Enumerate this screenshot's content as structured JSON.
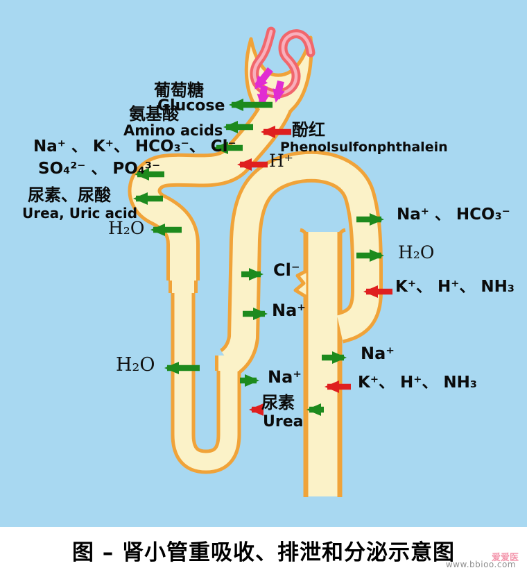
{
  "figure": {
    "title": "图 – 肾小管重吸收、排泄和分泌示意图",
    "watermark": "www.bbioo.com",
    "watermark_overlay": "爱爱医"
  },
  "labels": {
    "glucose_zh": "葡萄糖",
    "glucose_en": "Glucose",
    "amino_zh": "氨基酸",
    "amino_en": "Amino acids",
    "ions_row": "Na⁺ 、 K⁺、 HCO₃⁻、 Cl⁻",
    "sulfate_phosphate": "SO₄²⁻ 、 PO₄³⁻",
    "urea_uric_zh": "尿素、尿酸",
    "urea_uric_en": "Urea,  Uric acid",
    "h2o": "H₂O",
    "phenol_zh": "酚红",
    "phenol_en": "Phenolsulfonphthalein",
    "h_plus": "H⁺",
    "cl": "Cl⁻",
    "na": "Na⁺",
    "na_hco3": "Na⁺ 、 HCO₃⁻",
    "k_h_nh3": "K⁺、 H⁺、 NH₃",
    "urea_zh": "尿素",
    "urea_en": "Urea"
  },
  "colors": {
    "background": "#a8d8f1",
    "tubule_fill": "#fbf2c8",
    "tubule_border": "#f0a339",
    "reabsorption_arrow": "#1d8a1d",
    "secretion_arrow": "#df1f1f",
    "filtration_arrow": "#e12cd2",
    "glomerulus_outer": "#f1666c",
    "glomerulus_core": "#f8b0bd",
    "caption_text": "#000000",
    "watermark_gray": "#8f8f8f",
    "watermark_pink": "#f2849e"
  }
}
